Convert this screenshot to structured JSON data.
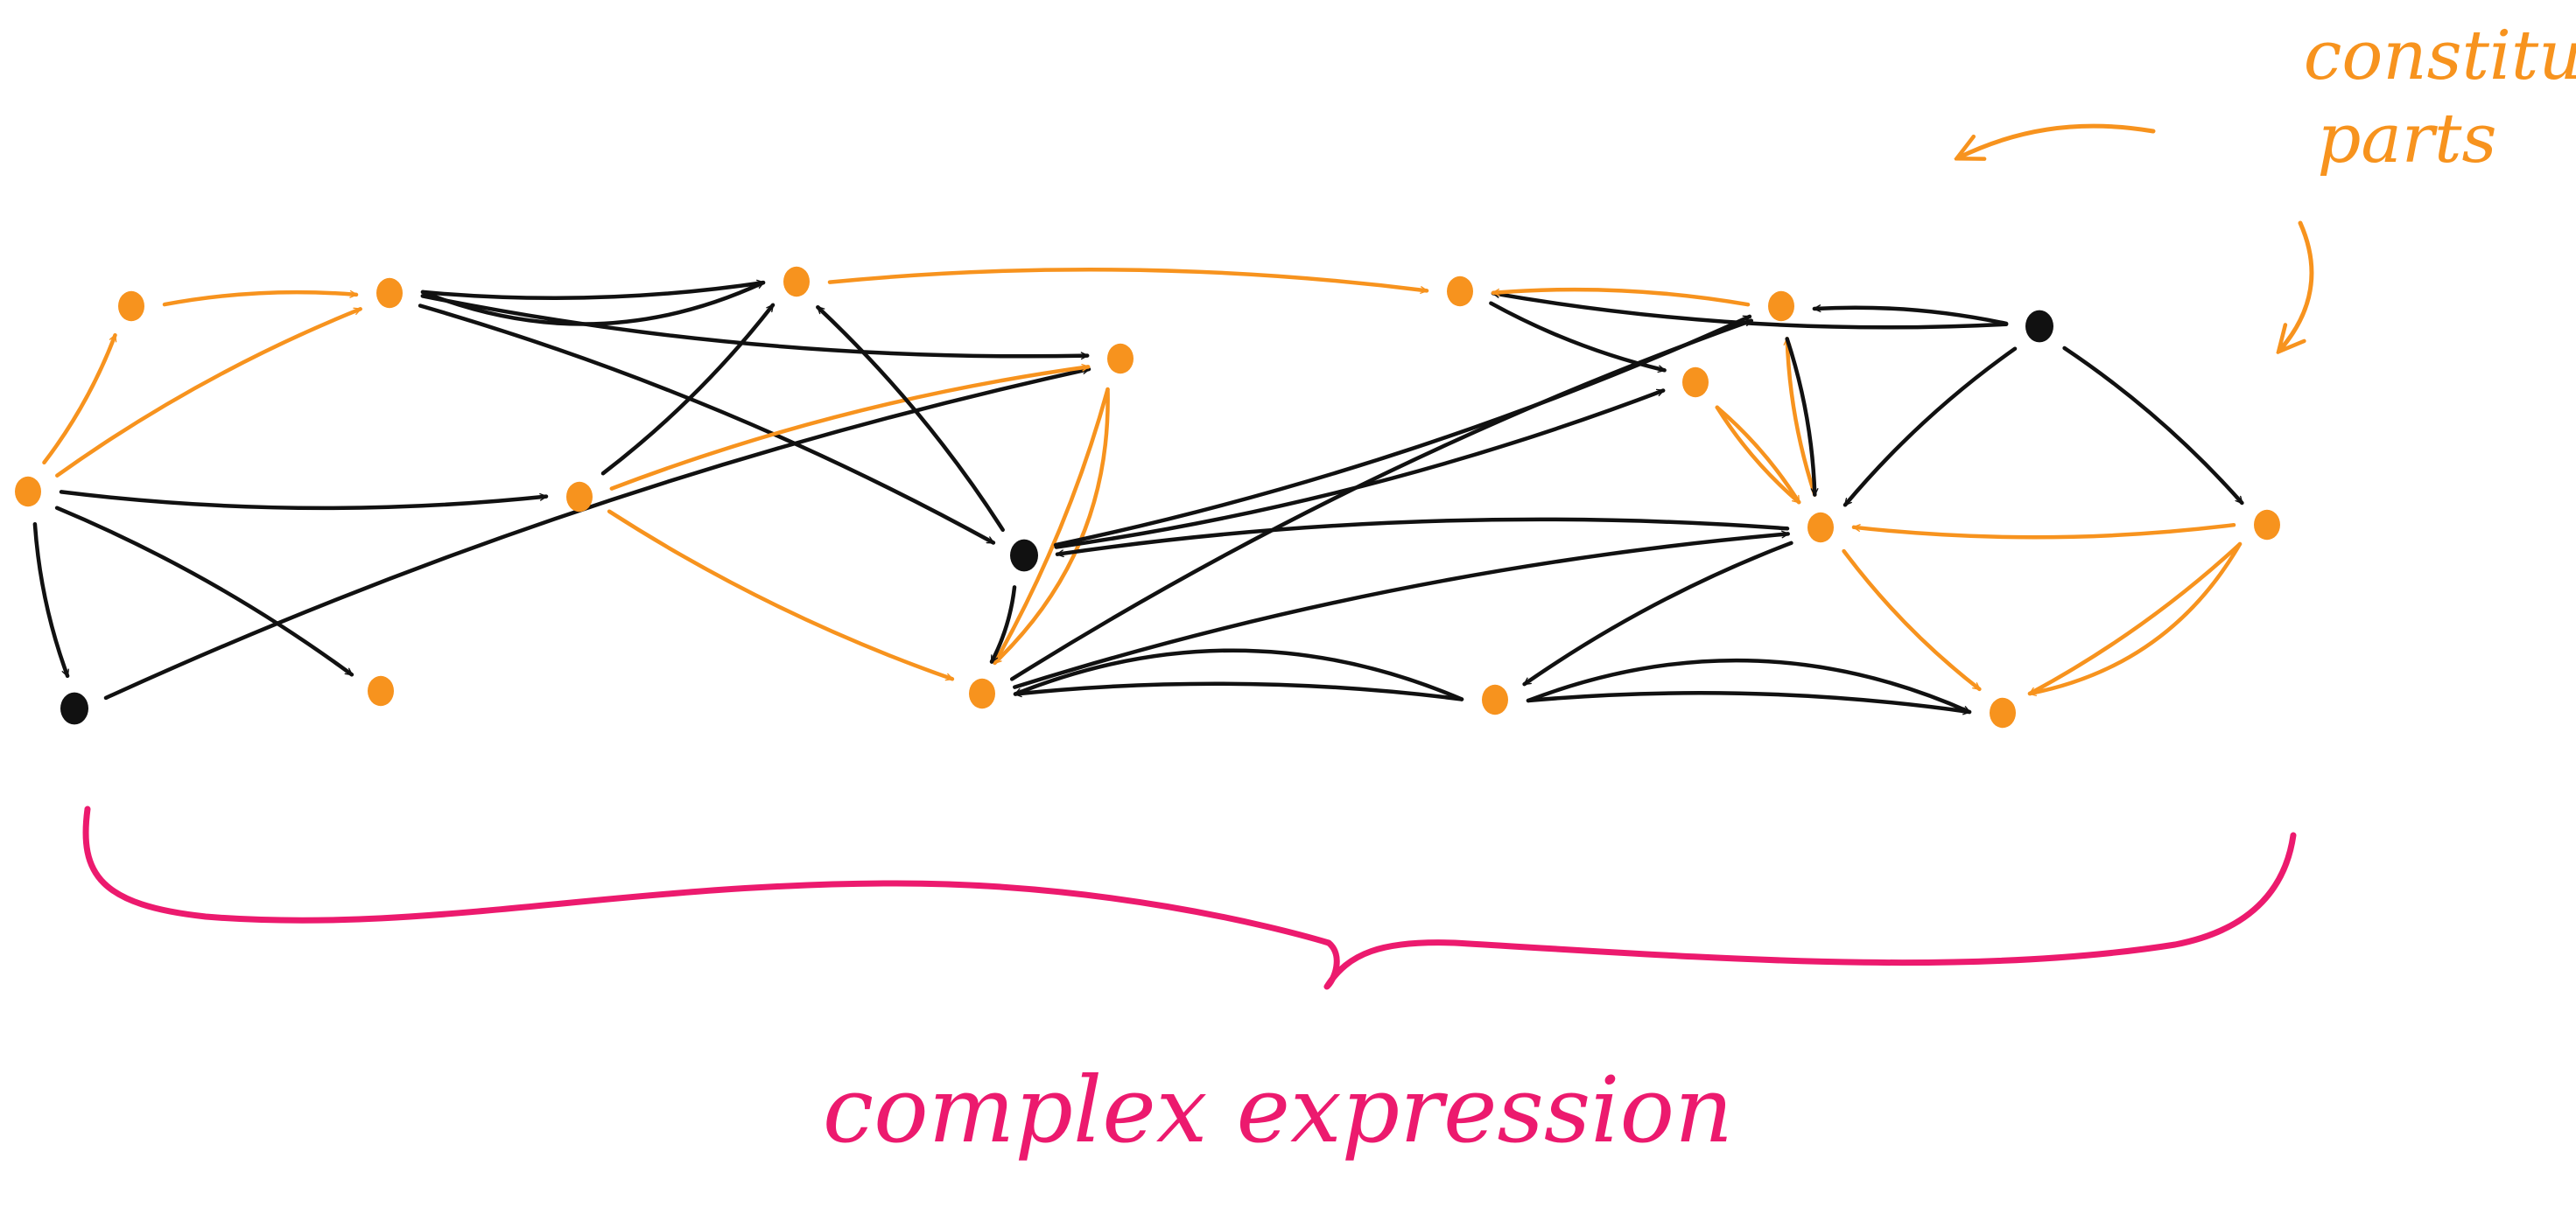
{
  "labels": {
    "annotation": [
      "constituent",
      "parts"
    ],
    "caption": "complex expression"
  },
  "colors": {
    "orange": "#f7931e",
    "black": "#111111",
    "pink": "#ec1a6e",
    "background": "#ffffff"
  },
  "graph": {
    "nodes": [
      {
        "id": "n1",
        "color": "orange"
      },
      {
        "id": "n2",
        "color": "orange"
      },
      {
        "id": "n3",
        "color": "orange"
      },
      {
        "id": "n4",
        "color": "orange"
      },
      {
        "id": "n5",
        "color": "orange"
      },
      {
        "id": "n6",
        "color": "orange"
      },
      {
        "id": "n7",
        "color": "orange"
      },
      {
        "id": "n8",
        "color": "black"
      },
      {
        "id": "n9",
        "color": "orange"
      },
      {
        "id": "n10",
        "color": "orange"
      },
      {
        "id": "n11",
        "color": "black"
      },
      {
        "id": "n12",
        "color": "orange"
      },
      {
        "id": "n13",
        "color": "orange"
      },
      {
        "id": "n14",
        "color": "black"
      },
      {
        "id": "n15",
        "color": "orange"
      },
      {
        "id": "n16",
        "color": "orange"
      },
      {
        "id": "n17",
        "color": "orange"
      },
      {
        "id": "n18",
        "color": "orange"
      },
      {
        "id": "n19",
        "color": "orange"
      },
      {
        "id": "n20",
        "color": "black"
      }
    ],
    "edges": [
      {
        "from": "n1",
        "to": "n2",
        "color": "orange"
      },
      {
        "from": "n4",
        "to": "n1",
        "color": "orange"
      },
      {
        "from": "n4",
        "to": "n2",
        "color": "orange"
      },
      {
        "from": "n2",
        "to": "n3",
        "color": "black"
      },
      {
        "from": "n2",
        "to": "n3",
        "color": "black"
      },
      {
        "from": "n2",
        "to": "n7",
        "color": "black"
      },
      {
        "from": "n2",
        "to": "n11",
        "color": "black"
      },
      {
        "from": "n4",
        "to": "n5",
        "color": "black"
      },
      {
        "from": "n4",
        "to": "n6",
        "color": "black"
      },
      {
        "from": "n4",
        "to": "n20",
        "color": "black"
      },
      {
        "from": "n20",
        "to": "n7",
        "color": "black"
      },
      {
        "from": "n5",
        "to": "n3",
        "color": "black"
      },
      {
        "from": "n5",
        "to": "n7",
        "color": "orange"
      },
      {
        "from": "n5",
        "to": "n12",
        "color": "orange"
      },
      {
        "from": "n7",
        "to": "n12",
        "color": "orange"
      },
      {
        "from": "n7",
        "to": "n12",
        "color": "orange"
      },
      {
        "from": "n3",
        "to": "n9",
        "color": "orange"
      },
      {
        "from": "n11",
        "to": "n3",
        "color": "black"
      },
      {
        "from": "n11",
        "to": "n12",
        "color": "black"
      },
      {
        "from": "n11",
        "to": "n10",
        "color": "black"
      },
      {
        "from": "n12",
        "to": "n15",
        "color": "black"
      },
      {
        "from": "n13",
        "to": "n12",
        "color": "black"
      },
      {
        "from": "n13",
        "to": "n12",
        "color": "black"
      },
      {
        "from": "n10",
        "to": "n16",
        "color": "orange"
      },
      {
        "from": "n10",
        "to": "n17",
        "color": "orange"
      },
      {
        "from": "n9",
        "to": "n10",
        "color": "black"
      },
      {
        "from": "n14",
        "to": "n9",
        "color": "black"
      },
      {
        "from": "n15",
        "to": "n9",
        "color": "orange"
      },
      {
        "from": "n16",
        "to": "n15",
        "color": "orange"
      },
      {
        "from": "n14",
        "to": "n15",
        "color": "black"
      },
      {
        "from": "n15",
        "to": "n17",
        "color": "black"
      },
      {
        "from": "n14",
        "to": "n17",
        "color": "black"
      },
      {
        "from": "n14",
        "to": "n18",
        "color": "black"
      },
      {
        "from": "n17",
        "to": "n11",
        "color": "black"
      },
      {
        "from": "n17",
        "to": "n16",
        "color": "black"
      },
      {
        "from": "n17",
        "to": "n13",
        "color": "black"
      },
      {
        "from": "n18",
        "to": "n17",
        "color": "orange"
      },
      {
        "from": "n17",
        "to": "n19",
        "color": "orange"
      },
      {
        "from": "n18",
        "to": "n19",
        "color": "orange"
      },
      {
        "from": "n18",
        "to": "n19",
        "color": "orange"
      },
      {
        "from": "n13",
        "to": "n19",
        "color": "black"
      },
      {
        "from": "n13",
        "to": "n19",
        "color": "black"
      },
      {
        "from": "n12",
        "to": "n16",
        "color": "black"
      },
      {
        "from": "n11",
        "to": "n15",
        "color": "black"
      }
    ]
  }
}
